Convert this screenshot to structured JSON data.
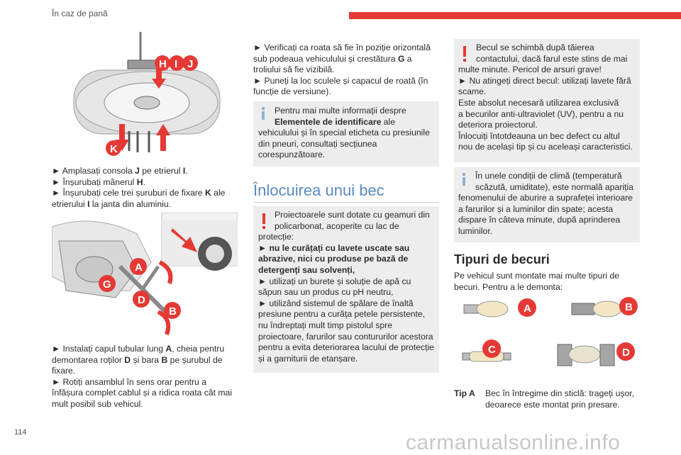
{
  "header": {
    "title": "În caz de pană",
    "page_number": "114"
  },
  "watermark": "carmanualsonline.info",
  "col1": {
    "fig1_labels": [
      "H",
      "I",
      "J",
      "K"
    ],
    "steps1": [
      [
        "► Amplasați consola ",
        "J",
        " pe etrierul ",
        "I",
        "."
      ],
      [
        "► Înșurubați mânerul ",
        "H",
        "."
      ],
      [
        "► Înșurubați cele trei șuruburi de fixare ",
        "K",
        " ale"
      ],
      [
        "etrierului ",
        "I",
        " la janta din aluminiu."
      ]
    ],
    "fig2_labels": [
      "A",
      "G",
      "D",
      "B"
    ],
    "steps2": [
      [
        "► Instalați capul tubular lung ",
        "A",
        ", cheia pentru"
      ],
      [
        "demontarea roților ",
        "D",
        " și bara ",
        "B",
        " pe șurubul de"
      ],
      [
        "fixare."
      ],
      [
        "► Rotiți ansamblul în sens orar pentru a"
      ],
      [
        "înfășura complet cablul și a ridica roata cât mai"
      ],
      [
        "mult posibil sub vehicul."
      ]
    ]
  },
  "col2": {
    "top": [
      [
        "► Verificați ca roata să fie în poziție orizontală"
      ],
      [
        "sub podeaua vehiculului și crestătura ",
        "G",
        " a"
      ],
      [
        "troliului să fie vizibilă."
      ],
      [
        "► Puneți la loc sculele și capacul de roată (în"
      ],
      [
        "funcție de versiune)."
      ]
    ],
    "info": [
      [
        "Pentru mai multe informații despre"
      ],
      [
        "Elementele de identificare",
        " ale"
      ],
      [
        "vehiculului și în special eticheta cu presiunile"
      ],
      [
        "din pneuri, consultați secțiunea"
      ],
      [
        "corespunzătoare."
      ]
    ],
    "section_title": "Înlocuirea unui bec",
    "warn": [
      [
        "Proiectoarele sunt dotate cu geamuri din"
      ],
      [
        "policarbonat, acoperite cu lac de"
      ],
      [
        "protecție:"
      ],
      [
        "► nu le curățați cu lavete uscate sau"
      ],
      [
        "abrazive, nici cu produse pe bază de"
      ],
      [
        "detergenți sau solvenți,"
      ],
      [
        "► utilizați un burete și soluție de apă cu"
      ],
      [
        "săpun sau un produs cu pH neutru,"
      ],
      [
        "► utilizând sistemul de spălare de înaltă"
      ],
      [
        "presiune pentru a curăța petele persistente,"
      ],
      [
        "nu îndreptați mult timp pistolul spre"
      ],
      [
        "proiectoare, farurilor sau contururilor acestora"
      ],
      [
        "pentru a evita deteriorarea lacului de protecție"
      ],
      [
        "și a garniturii de etanșare."
      ]
    ]
  },
  "col3": {
    "warn": [
      [
        "Becul se schimbă după tăierea"
      ],
      [
        "contactului, dacă farul este stins de mai"
      ],
      [
        "multe minute. Pericol de arsuri grave!"
      ],
      [
        "► Nu atingeți direct becul: utilizați lavete fără"
      ],
      [
        "scame."
      ],
      [
        "Este absolut necesară utilizarea exclusivă"
      ],
      [
        "a becurilor anti-ultraviolet (UV), pentru a nu"
      ],
      [
        "deteriora proiectorul."
      ],
      [
        "Înlocuiți întotdeauna un bec defect cu altul"
      ],
      [
        "nou de același tip și cu aceleași caracteristici."
      ]
    ],
    "info": [
      [
        "În unele condiții de climă (temperatură"
      ],
      [
        "scăzută, umiditate), este normală apariția"
      ],
      [
        "fenomenului de aburire a suprafeței interioare"
      ],
      [
        "a farurilor și a luminilor din spate; acesta"
      ],
      [
        "dispare în câteva minute, după aprinderea"
      ],
      [
        "luminilor."
      ]
    ],
    "subtitle": "Tipuri de becuri",
    "intro": [
      [
        "Pe vehicul sunt montate mai multe tipuri de"
      ],
      [
        "becuri. Pentru a le demonta:"
      ]
    ],
    "bulb_labels": [
      "A",
      "B",
      "C",
      "D"
    ],
    "tip_label": "Tip A",
    "tip_text": [
      [
        "Bec în întregime din sticlă: trageți ușor,"
      ],
      [
        "deoarece este montat prin presare."
      ]
    ]
  }
}
